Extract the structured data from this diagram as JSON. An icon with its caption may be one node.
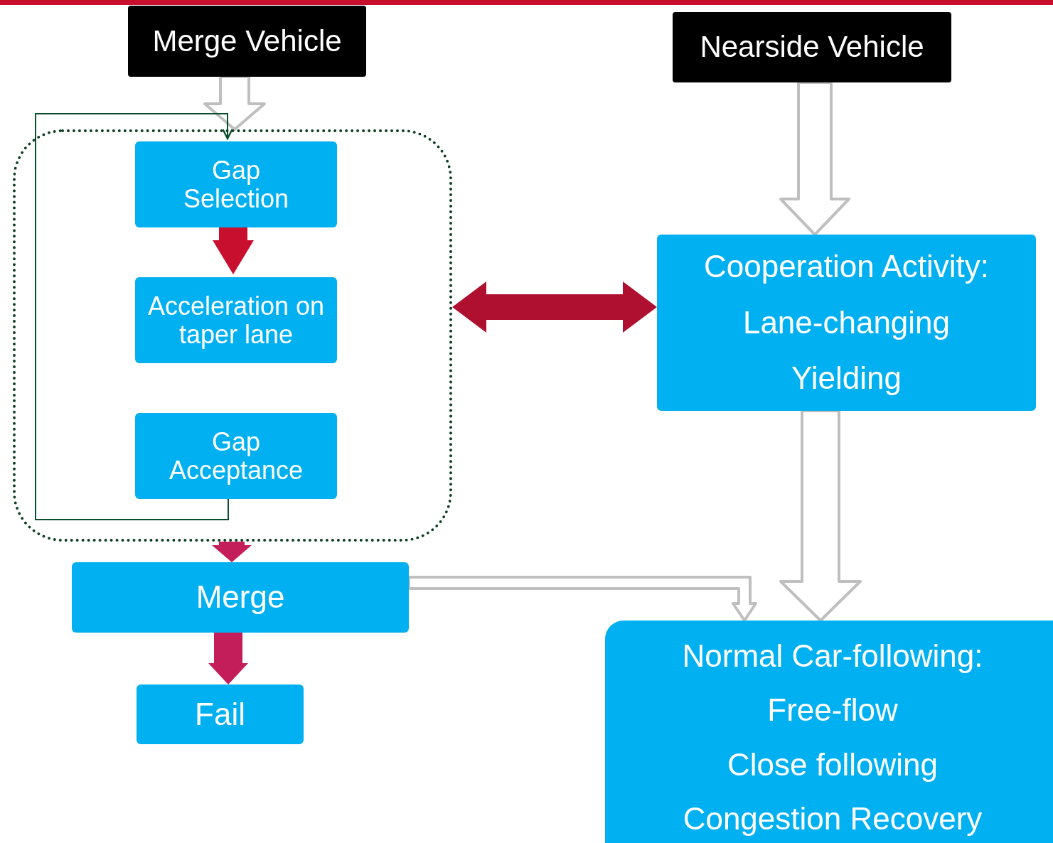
{
  "diagram": {
    "nodes": [
      {
        "text": [
          "Merge Vehicle"
        ]
      },
      {
        "text": [
          "Nearside Vehicle"
        ]
      },
      {
        "text": [],
        "shape": "box"
      },
      {
        "text": [
          "Gap Selection"
        ],
        "in": 2
      },
      {
        "text": [
          "Acceleration on taper lane"
        ],
        "in": 2
      },
      {
        "text": [
          "Gap Acceptance"
        ],
        "in": 2
      },
      {
        "text": [
          "Cooperation Activity:",
          "Lane-changing",
          "Yielding"
        ]
      },
      {
        "text": [
          "Merge"
        ]
      },
      {
        "text": [
          "Fail"
        ]
      },
      {
        "text": [
          "Normal Car-following:",
          "Free-flow",
          "Close following",
          "Congestion Recovery"
        ]
      }
    ],
    "edges": [
      {
        "from": 0,
        "to": 2,
        "arrow": "to",
        "style": "thick"
      },
      {
        "from": 3,
        "to": 4,
        "arrow": "to",
        "style": "thick",
        "color": "#c8102e"
      },
      {
        "from": 5,
        "to": 3,
        "arrow": "to",
        "color": "#0b4d2c"
      },
      {
        "from": 2,
        "to": 7,
        "arrow": "to",
        "style": "thick",
        "color": "#c41e5a"
      },
      {
        "from": 7,
        "to": 8,
        "arrow": "to",
        "style": "thick",
        "color": "#c41e5a"
      },
      {
        "from": 2,
        "to": 6,
        "arrow": "both",
        "style": "thick",
        "color": "#b01030"
      },
      {
        "from": 1,
        "to": 6,
        "arrow": "to",
        "style": "thick"
      },
      {
        "from": 6,
        "to": 9,
        "arrow": "to",
        "style": "thick"
      },
      {
        "from": 7,
        "to": 9,
        "arrow": "to",
        "style": "thick"
      }
    ]
  }
}
